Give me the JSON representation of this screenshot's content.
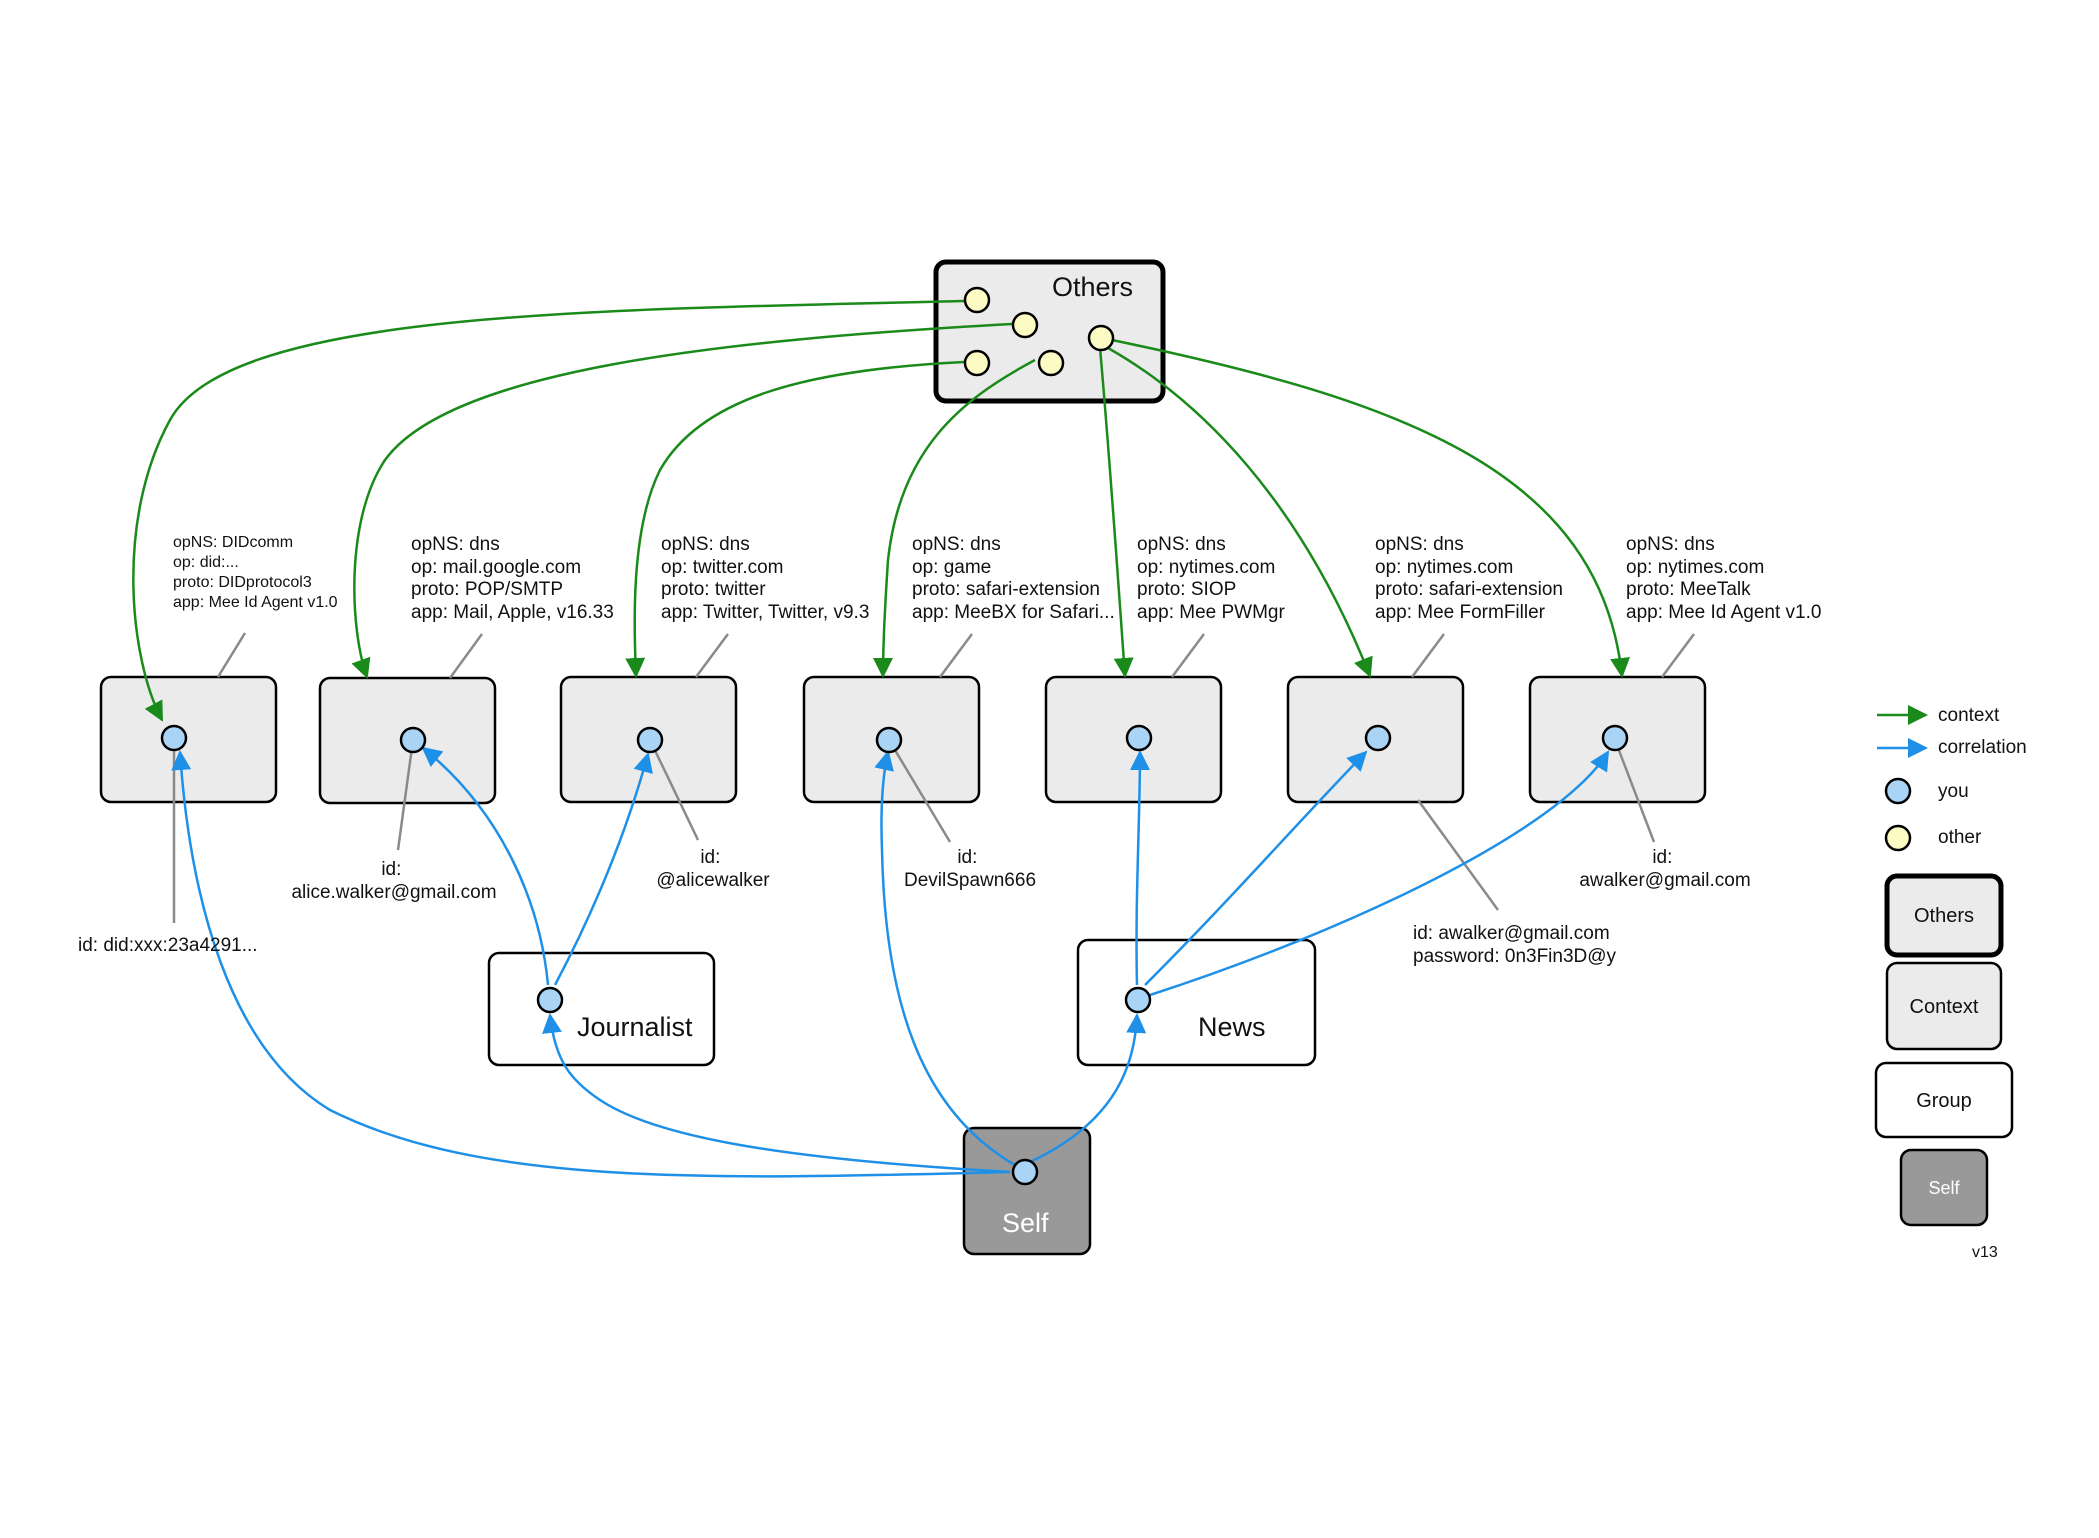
{
  "groups": {
    "others": "Others",
    "journalist": "Journalist",
    "news": "News",
    "self": "Self"
  },
  "contexts": [
    {
      "lines": [
        "opNS: DIDcomm",
        "op: did:...",
        "proto: DIDprotocol3",
        "app: Mee Id Agent v1.0"
      ],
      "id_lines": [
        "id: did:xxx:23a4291..."
      ]
    },
    {
      "lines": [
        "opNS: dns",
        "op: mail.google.com",
        "proto: POP/SMTP",
        "app: Mail, Apple, v16.33"
      ],
      "id_lines": [
        "id:",
        "alice.walker@gmail.com"
      ]
    },
    {
      "lines": [
        "opNS: dns",
        "op: twitter.com",
        "proto: twitter",
        "app: Twitter, Twitter, v9.3"
      ],
      "id_lines": [
        "id:",
        "@alicewalker"
      ]
    },
    {
      "lines": [
        "opNS: dns",
        "op: game",
        "proto: safari-extension",
        "app: MeeBX for Safari..."
      ],
      "id_lines": [
        "id:",
        "DevilSpawn666"
      ]
    },
    {
      "lines": [
        "opNS: dns",
        "op: nytimes.com",
        "proto: SIOP",
        "app: Mee PWMgr"
      ],
      "id_lines": []
    },
    {
      "lines": [
        "opNS: dns",
        "op: nytimes.com",
        "proto: safari-extension",
        "app: Mee FormFiller"
      ],
      "id_lines": [
        "id: awalker@gmail.com",
        "password: 0n3Fin3D@y"
      ]
    },
    {
      "lines": [
        "opNS: dns",
        "op: nytimes.com",
        "proto: MeeTalk",
        "app: Mee Id Agent v1.0"
      ],
      "id_lines": [
        "id:",
        "awalker@gmail.com"
      ]
    }
  ],
  "legend": {
    "context": "context",
    "correlation": "correlation",
    "you": "you",
    "other": "other",
    "others_box": "Others",
    "context_box": "Context",
    "group_box": "Group",
    "self_box": "Self"
  },
  "version": "v13",
  "colors": {
    "context_arrow": "#1a8a1a",
    "correlation_arrow": "#1e90e8",
    "you_dot": "#a9d4f5",
    "other_dot": "#fdfbc4",
    "context_fill": "#ebebeb",
    "self_fill": "#999999",
    "callout": "#8a8a8a"
  }
}
